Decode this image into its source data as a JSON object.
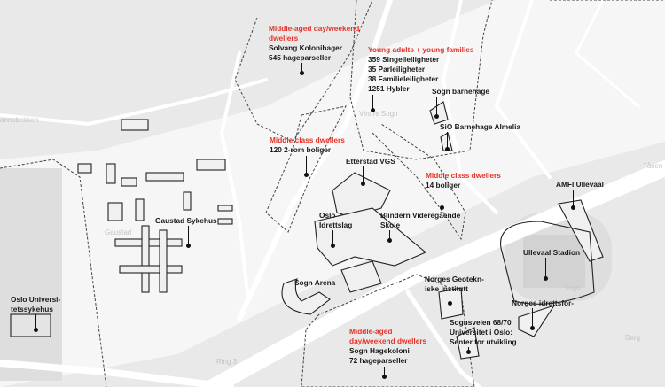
{
  "map_labels": {
    "solvang": {
      "group": "Middle-aged day/weekend dwellers",
      "lines": [
        "Solvang Kolonihager",
        "545 hageparseller"
      ]
    },
    "vestre_sogn": {
      "group": "Young adults + young families",
      "lines": [
        "359 Singelleiligheter",
        "35 Parleiligheter",
        "38 Familieleiligheter",
        "1251 Hybler"
      ]
    },
    "sogn_barnehage": "Sogn barnehage",
    "sio_barnehage": "SiO Barnehage Almelia",
    "two_room": {
      "group": "Middle class dwellers",
      "line": "120 2-rom boliger"
    },
    "etterstad": "Etterstad VGS",
    "fourteen": {
      "group": "Middle class dwellers",
      "line": "14 boliger"
    },
    "amfi": "AMFI Ullevaal",
    "oslo_il": [
      "Oslo",
      "Idrettslag"
    ],
    "blindern": [
      "Blindern Videregående",
      "Skole"
    ],
    "stadion": "Ullevaal Stadion",
    "gaustad": "Gaustad Sykehus",
    "sogn_arena": "Sogn Arena",
    "ngi": [
      "Norges Geotekn-",
      "iske Institutt"
    ],
    "nif": "Norges idrettsfor-",
    "sognsveien": [
      "Sognsveien 68/70",
      "Universitet i Oslo:",
      "Senter for utvikling"
    ],
    "hagekoloni": {
      "group": [
        "Middle-aged",
        "day/weekend dwellers"
      ],
      "lines": [
        "Sogn Hagekoloni",
        "72 hageparseller"
      ]
    },
    "ous": [
      "Oslo Universi-",
      "tetssykehus"
    ]
  },
  "base_labels": {
    "annsbekken": "annsbekken",
    "vestre": "Vestre Sogn",
    "gaustad": "Gaustad",
    "ring3": "Ring 3",
    "berg": "Berg",
    "sogn": "Sogn",
    "tasen": "Tåsen"
  },
  "colors": {
    "accent": "#e5332a",
    "ink": "#111111",
    "background": "#e9e9e9"
  }
}
